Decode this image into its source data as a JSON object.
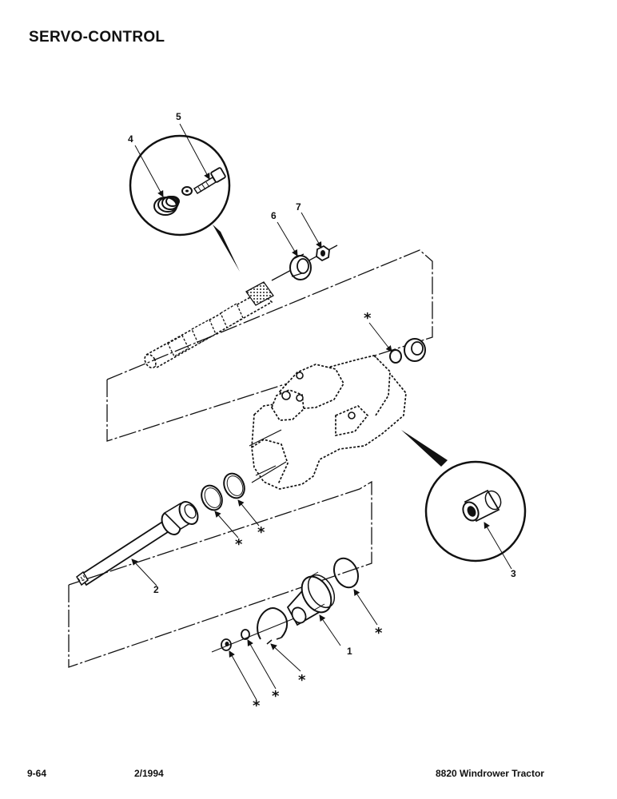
{
  "title": "SERVO-CONTROL",
  "footer": {
    "page": "9-64",
    "date": "2/1994",
    "model": "8820 Windrower Tractor"
  },
  "callouts": [
    "1",
    "2",
    "3",
    "4",
    "5",
    "6",
    "7"
  ],
  "service_mark": "*"
}
